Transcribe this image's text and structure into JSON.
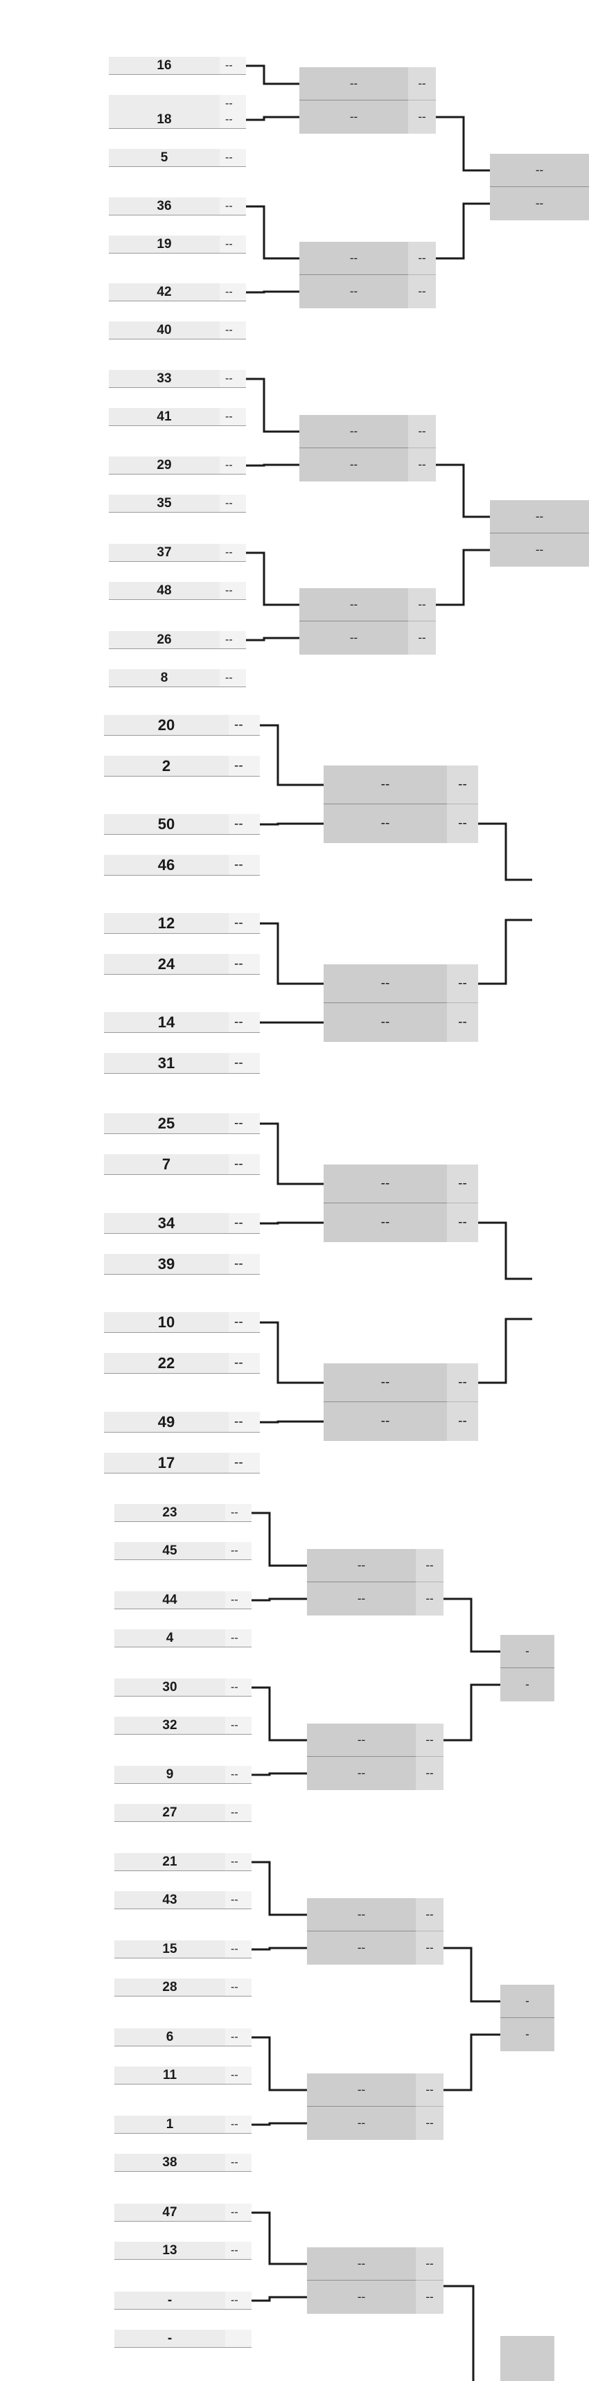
{
  "colors": {
    "seed_bg": "#ececec",
    "score_bg": "#f3f3f3",
    "round_bg": "#cdcdcd",
    "line": "#1a1a1a"
  },
  "section_1": {
    "round_of_32": [
      {
        "top": {
          "seed": "16",
          "score": "--"
        },
        "bottom": {
          "seed": "",
          "score": "--"
        }
      },
      {
        "top": {
          "seed": "18",
          "score": "--"
        },
        "bottom": {
          "seed": "5",
          "score": "--"
        }
      },
      {
        "top": {
          "seed": "36",
          "score": "--"
        },
        "bottom": {
          "seed": "19",
          "score": "--"
        }
      },
      {
        "top": {
          "seed": "42",
          "score": "--"
        },
        "bottom": {
          "seed": "40",
          "score": "--"
        }
      },
      {
        "top": {
          "seed": "33",
          "score": "--"
        },
        "bottom": {
          "seed": "41",
          "score": "--"
        }
      },
      {
        "top": {
          "seed": "29",
          "score": "--"
        },
        "bottom": {
          "seed": "35",
          "score": "--"
        }
      },
      {
        "top": {
          "seed": "37",
          "score": "--"
        },
        "bottom": {
          "seed": "48",
          "score": "--"
        }
      },
      {
        "top": {
          "seed": "26",
          "score": "--"
        },
        "bottom": {
          "seed": "8",
          "score": "--"
        }
      }
    ],
    "round_of_16": [
      {
        "top": {
          "seed": "--",
          "score": "--"
        },
        "bottom": {
          "seed": "--",
          "score": "--"
        }
      },
      {
        "top": {
          "seed": "--",
          "score": "--"
        },
        "bottom": {
          "seed": "--",
          "score": "--"
        }
      },
      {
        "top": {
          "seed": "--",
          "score": "--"
        },
        "bottom": {
          "seed": "--",
          "score": "--"
        }
      },
      {
        "top": {
          "seed": "--",
          "score": "--"
        },
        "bottom": {
          "seed": "--",
          "score": "--"
        }
      }
    ],
    "quarterfinals": [
      {
        "top": {
          "seed": "--"
        },
        "bottom": {
          "seed": "--"
        }
      },
      {
        "top": {
          "seed": "--"
        },
        "bottom": {
          "seed": "--"
        }
      }
    ]
  },
  "section_2": {
    "round_of_32": [
      {
        "top": {
          "seed": "20",
          "score": "--"
        },
        "bottom": {
          "seed": "2",
          "score": "--"
        }
      },
      {
        "top": {
          "seed": "50",
          "score": "--"
        },
        "bottom": {
          "seed": "46",
          "score": "--"
        }
      },
      {
        "top": {
          "seed": "12",
          "score": "--"
        },
        "bottom": {
          "seed": "24",
          "score": "--"
        }
      },
      {
        "top": {
          "seed": "14",
          "score": "--"
        },
        "bottom": {
          "seed": "31",
          "score": "--"
        }
      },
      {
        "top": {
          "seed": "25",
          "score": "--"
        },
        "bottom": {
          "seed": "7",
          "score": "--"
        }
      },
      {
        "top": {
          "seed": "34",
          "score": "--"
        },
        "bottom": {
          "seed": "39",
          "score": "--"
        }
      },
      {
        "top": {
          "seed": "10",
          "score": "--"
        },
        "bottom": {
          "seed": "22",
          "score": "--"
        }
      },
      {
        "top": {
          "seed": "49",
          "score": "--"
        },
        "bottom": {
          "seed": "17",
          "score": "--"
        }
      }
    ],
    "round_of_16": [
      {
        "top": {
          "seed": "--",
          "score": "--"
        },
        "bottom": {
          "seed": "--",
          "score": "--"
        }
      },
      {
        "top": {
          "seed": "--",
          "score": "--"
        },
        "bottom": {
          "seed": "--",
          "score": "--"
        }
      },
      {
        "top": {
          "seed": "--",
          "score": "--"
        },
        "bottom": {
          "seed": "--",
          "score": "--"
        }
      },
      {
        "top": {
          "seed": "--",
          "score": "--"
        },
        "bottom": {
          "seed": "--",
          "score": "--"
        }
      }
    ]
  },
  "section_3": {
    "round_of_32": [
      {
        "top": {
          "seed": "23",
          "score": "--"
        },
        "bottom": {
          "seed": "45",
          "score": "--"
        }
      },
      {
        "top": {
          "seed": "44",
          "score": "--"
        },
        "bottom": {
          "seed": "4",
          "score": "--"
        }
      },
      {
        "top": {
          "seed": "30",
          "score": "--"
        },
        "bottom": {
          "seed": "32",
          "score": "--"
        }
      },
      {
        "top": {
          "seed": "9",
          "score": "--"
        },
        "bottom": {
          "seed": "27",
          "score": "--"
        }
      },
      {
        "top": {
          "seed": "21",
          "score": "--"
        },
        "bottom": {
          "seed": "43",
          "score": "--"
        }
      },
      {
        "top": {
          "seed": "15",
          "score": "--"
        },
        "bottom": {
          "seed": "28",
          "score": "--"
        }
      },
      {
        "top": {
          "seed": "6",
          "score": "--"
        },
        "bottom": {
          "seed": "11",
          "score": "--"
        }
      },
      {
        "top": {
          "seed": "1",
          "score": "--"
        },
        "bottom": {
          "seed": "38",
          "score": "--"
        }
      },
      {
        "top": {
          "seed": "47",
          "score": "--"
        },
        "bottom": {
          "seed": "13",
          "score": "--"
        }
      },
      {
        "top": {
          "seed": "-",
          "score": "--"
        },
        "bottom": {
          "seed": "-",
          "score": ""
        }
      }
    ],
    "round_of_16": [
      {
        "top": {
          "seed": "--",
          "score": "--"
        },
        "bottom": {
          "seed": "--",
          "score": "--"
        }
      },
      {
        "top": {
          "seed": "--",
          "score": "--"
        },
        "bottom": {
          "seed": "--",
          "score": "--"
        }
      },
      {
        "top": {
          "seed": "--",
          "score": "--"
        },
        "bottom": {
          "seed": "--",
          "score": "--"
        }
      },
      {
        "top": {
          "seed": "--",
          "score": "--"
        },
        "bottom": {
          "seed": "--",
          "score": "--"
        }
      },
      {
        "top": {
          "seed": "--",
          "score": "--"
        },
        "bottom": {
          "seed": "--",
          "score": "--"
        }
      }
    ],
    "quarterfinals": [
      {
        "top": {
          "seed": "-"
        },
        "bottom": {
          "seed": "-"
        }
      },
      {
        "top": {
          "seed": "-"
        },
        "bottom": {
          "seed": "-"
        }
      }
    ]
  }
}
